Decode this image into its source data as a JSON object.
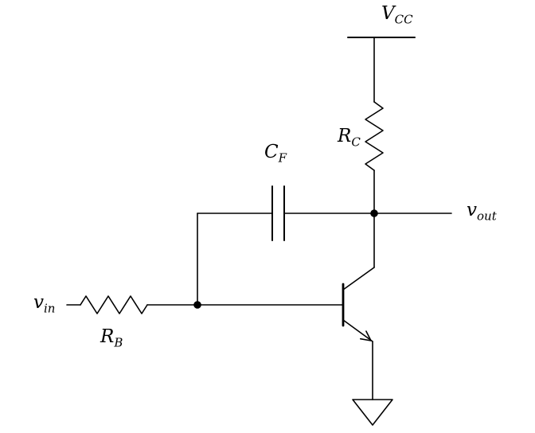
{
  "diagram": {
    "type": "circuit-schematic",
    "description": "Common-emitter NPN transistor amplifier with feedback capacitor CF between base node and collector output node, collector resistor RC to VCC, base resistor RB from vin, emitter to ground",
    "colors": {
      "stroke": "#000000",
      "background": "#ffffff"
    },
    "components": [
      "vcc-supply-rail",
      "resistor-rc",
      "capacitor-cf",
      "resistor-rb",
      "npn-transistor",
      "ground-symbol",
      "output-node-dot",
      "base-node-dot"
    ],
    "labels": {
      "vcc": {
        "main": "V",
        "sub": "CC"
      },
      "rc": {
        "main": "R",
        "sub": "C"
      },
      "cf": {
        "main": "C",
        "sub": "F"
      },
      "vout": {
        "main": "v",
        "sub": "out"
      },
      "vin": {
        "main": "v",
        "sub": "in"
      },
      "rb": {
        "main": "R",
        "sub": "B"
      }
    }
  }
}
